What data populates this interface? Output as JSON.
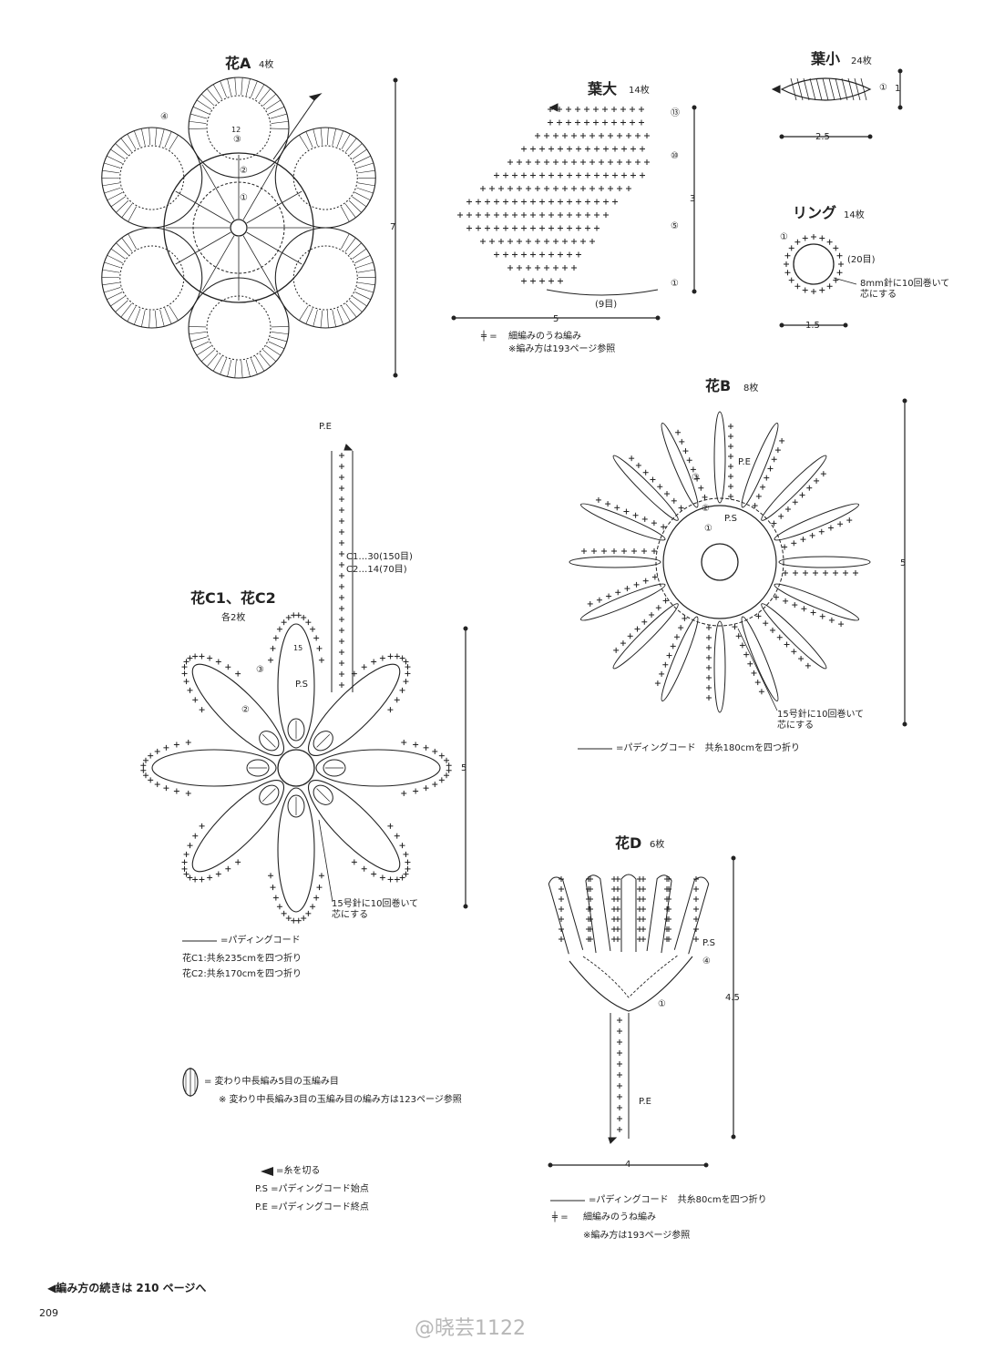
{
  "flowerA": {
    "title": "花A",
    "count": "4枚",
    "dim": "7",
    "r1": "①",
    "r2": "②",
    "r3": "③",
    "r4": "④",
    "r12": "12"
  },
  "leafLarge": {
    "title": "葉大",
    "count": "14枚",
    "dim_w": "5",
    "dim_h": "3",
    "stitch_note": "細編みのうね編み",
    "ref_note": "※編み方は193ページ参照",
    "base_count": "(9目)",
    "rows": [
      "⑬",
      "⑩",
      "⑤",
      "①"
    ],
    "cross_symbol": "╪ ="
  },
  "leafSmall": {
    "title": "葉小",
    "count": "24枚",
    "dim_w": "2.5",
    "dim_h": "1",
    "row": "①"
  },
  "ring": {
    "title": "リング",
    "count": "14枚",
    "dim": "1.5",
    "stitches": "(20目)",
    "core_note_1": "8mm針に10回巻いて",
    "core_note_2": "芯にする",
    "row": "①"
  },
  "flowerB": {
    "title": "花B",
    "count": "8枚",
    "dim": "5",
    "pe": "P.E",
    "ps": "P.S",
    "r1": "①",
    "r2": "②",
    "r3": "③",
    "core_note_1": "15号針に10回巻いて",
    "core_note_2": "芯にする",
    "cord_note": "=パディングコード　共糸180cmを四つ折り"
  },
  "flowerC": {
    "title": "花C1、花C2",
    "count": "各2枚",
    "dim": "5",
    "pe": "P.E",
    "ps": "P.S",
    "r2": "②",
    "r3": "③",
    "r15": "15",
    "stem_c1": "C1…30(150目)",
    "stem_c2": "C2…14(70目)",
    "core_note_1": "15号針に10回巻いて",
    "core_note_2": "芯にする",
    "cord_label": "=パディングコード",
    "cord_c1": "花C1:共糸235cmを四つ折り",
    "cord_c2": "花C2:共糸170cmを四つ折り"
  },
  "flowerD": {
    "title": "花D",
    "count": "6枚",
    "dim_h": "4.5",
    "dim_w": "4",
    "pe": "P.E",
    "ps": "P.S",
    "r1": "①",
    "r4": "④",
    "cord_note": "=パディングコード　共糸80cmを四つ折り",
    "stitch_note": "細編みのうね編み",
    "ref_note": "※編み方は193ページ参照",
    "cross_symbol": "╪ ="
  },
  "legend": {
    "bobble_1": "= 変わり中長編み5目の玉編み目",
    "bobble_2": "※ 変わり中長編み3目の玉編み目の編み方は123ページ参照",
    "cut": "=糸を切る",
    "ps": "P.S =パディングコード始点",
    "pe": "P.E =パディングコード終点"
  },
  "footer": {
    "continue": "◀編み方の続きは 210 ページへ",
    "page": "209",
    "watermark": "@晓芸1122"
  }
}
